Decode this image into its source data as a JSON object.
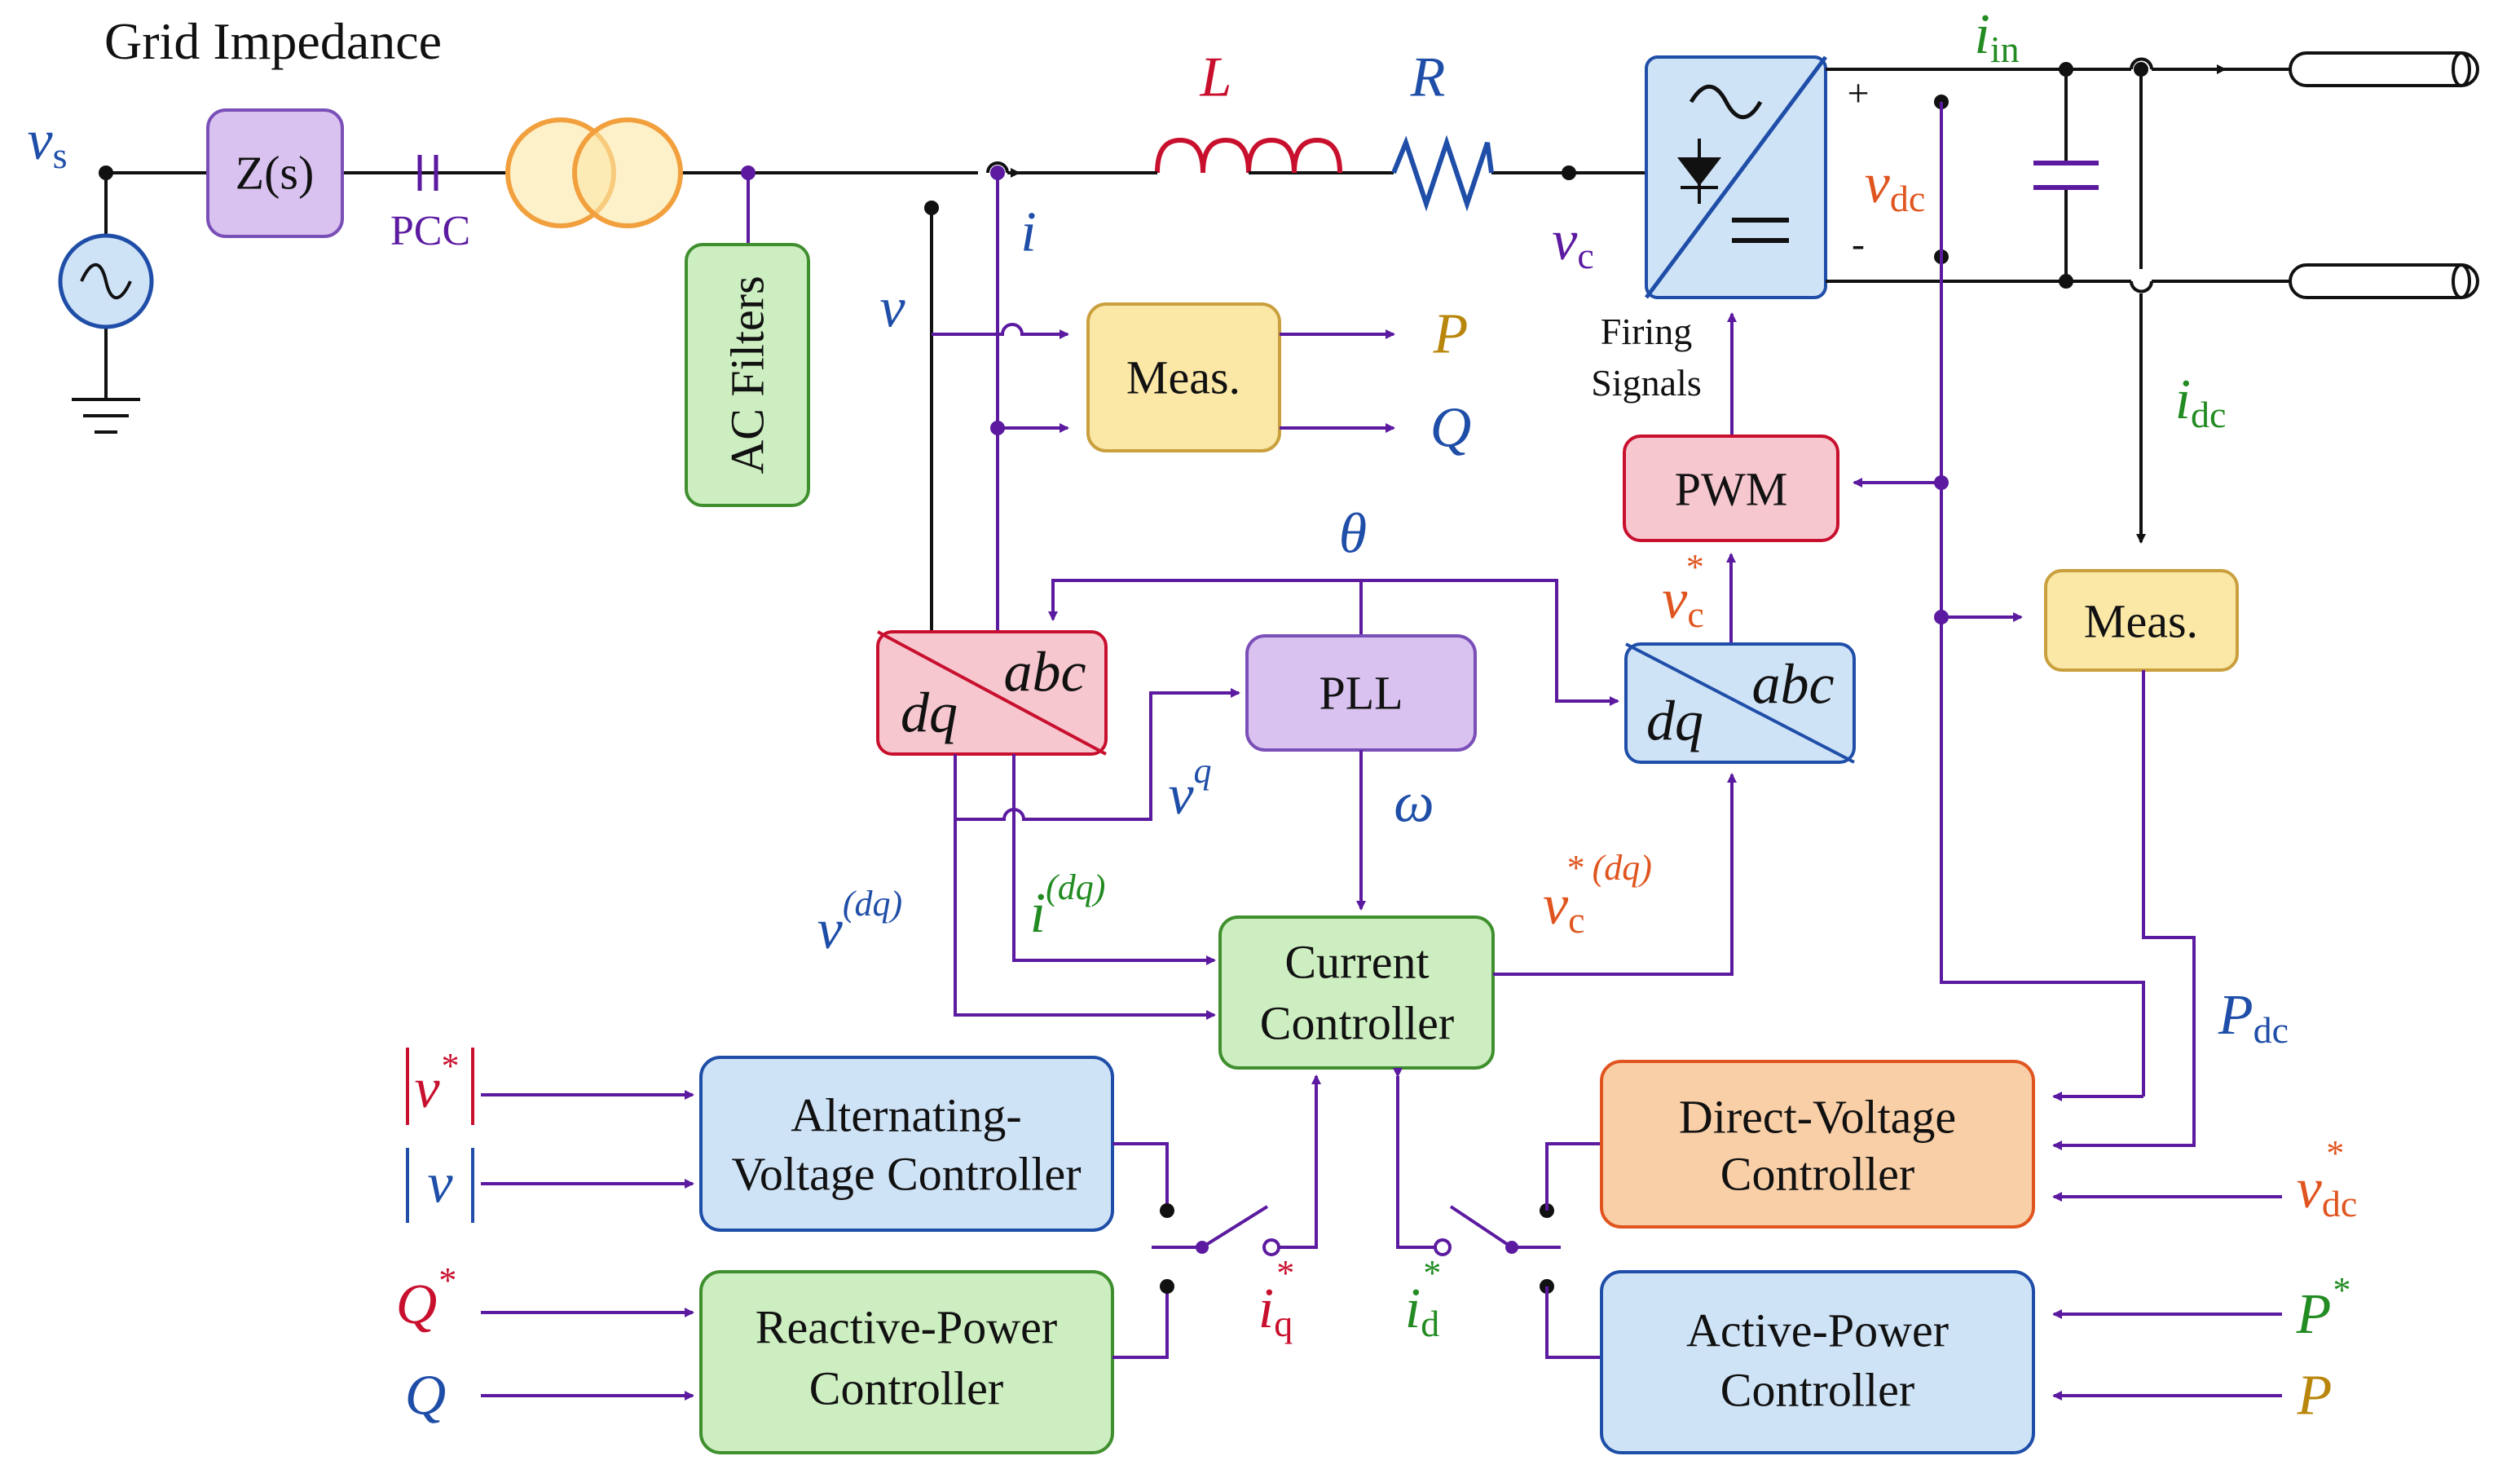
{
  "title": "Grid Impedance",
  "labels": {
    "vs": "v",
    "vs_sub": "s",
    "zs": "Z(s)",
    "pcc": "PCC",
    "ac_filters": "AC Filters",
    "L": "L",
    "R": "R",
    "i": "i",
    "v": "v",
    "vc": "v",
    "vc_sub": "c",
    "iin": "i",
    "iin_sub": "in",
    "vdc": "v",
    "vdc_sub": "dc",
    "plus": "+",
    "minus": "-",
    "idc": "i",
    "idc_sub": "dc",
    "firing_1": "Firing",
    "firing_2": "Signals",
    "pwm": "PWM",
    "meas_ac": "Meas.",
    "meas_dc": "Meas.",
    "P": "P",
    "Q": "Q",
    "theta": "θ",
    "omega": "ω",
    "vc_star": "v",
    "vc_star_sub": "c",
    "vc_star_sup": "*",
    "pll": "PLL",
    "dq": "dq",
    "abc": "abc",
    "vq": "v",
    "vq_sup": "q",
    "vdq": "v",
    "vdq_sup": "(dq)",
    "idq": "i",
    "idq_sup": "(dq)",
    "vcdq": "v",
    "vcdq_sub": "c",
    "vcdq_sup": "* (dq)",
    "cc_1": "Current",
    "cc_2": "Controller",
    "pdc": "P",
    "pdc_sub": "dc",
    "avc_1": "Alternating-",
    "avc_2": "Voltage Controller",
    "rpc_1": "Reactive-Power",
    "rpc_2": "Controller",
    "dvc_1": "Direct-Voltage",
    "dvc_2": "Controller",
    "apc_1": "Active-Power",
    "apc_2": "Controller",
    "vmag_star": "v",
    "vmag_star_sup": "*",
    "vmag": "v",
    "Q_star": "Q",
    "Q_star_sup": "*",
    "Q_in": "Q",
    "iq_star": "i",
    "iq_sub": "q",
    "iq_sup": "*",
    "id_star": "i",
    "id_sub": "d",
    "id_sup": "*",
    "vdc_star": "v",
    "vdc_star_sub": "dc",
    "vdc_star_sup": "*",
    "P_star": "P",
    "P_star_sup": "*",
    "P_in": "P"
  },
  "colors": {
    "signal": "#5b1aa0",
    "blue_text": "#1f4ea8",
    "red_text": "#c8102e",
    "orange_text": "#e0551f",
    "green_text": "#228b22",
    "gold_text": "#b8860b",
    "purple_block": "#d9c2f0",
    "yellow_block": "#fbe7a6",
    "green_block": "#cdeec0",
    "pink_block": "#f6c7cf",
    "blue_block": "#cfe3f7",
    "orange_block": "#f9cfa7",
    "inductor": "#c8102e",
    "resistor": "#1f4ea8",
    "transformer": "#f2a03d"
  }
}
